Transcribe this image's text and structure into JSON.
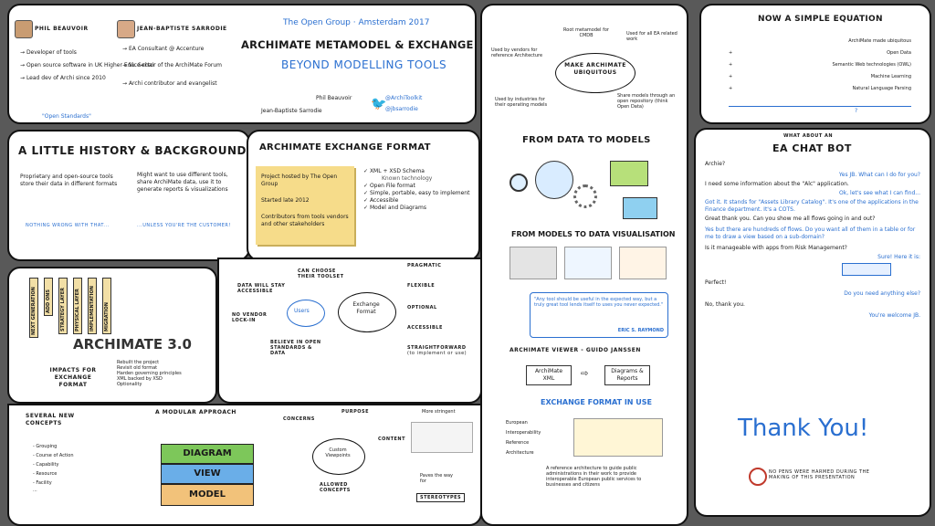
{
  "header": {
    "event": "The Open Group · Amsterdam 2017",
    "title_line1": "ARCHIMATE METAMODEL & EXCHANGE FORMAT",
    "title_line2": "BEYOND MODELLING TOOLS",
    "speaker1": "Phil Beauvoir",
    "speaker2": "Jean-Baptiste Sarrodie",
    "twitter1": "@ArchiToolkit",
    "twitter2": "@jbsarrodie"
  },
  "bios": {
    "phil_name": "PHIL BEAUVOIR",
    "phil_items": [
      "Developer of tools",
      "Open source software in UK Higher Edu. Sector",
      "Lead dev of Archi since 2010"
    ],
    "open_standards": "\"Open Standards\"",
    "jb_name": "JEAN-BAPTISTE SARRODIE",
    "jb_items": [
      "EA Consultant @ Accenture",
      "Vice-chair of the ArchiMate Forum",
      "Archi contributor and evangelist"
    ]
  },
  "history": {
    "title": "A LITTLE HISTORY & BACKGROUND...",
    "left_text": "Proprietary and open-source tools store their data in different formats",
    "right_text": "Might want to use different tools, share ArchiMate data, use it to generate reports & visualizations",
    "footer_left": "NOTHING WRONG WITH THAT...",
    "footer_right": "...UNLESS YOU'RE THE CUSTOMER!"
  },
  "exchange": {
    "title": "ARCHIMATE EXCHANGE FORMAT",
    "sticky": [
      "Project hosted by The Open Group",
      "Started late 2012",
      "Contributors from tools vendors and other stakeholders"
    ],
    "bullets": [
      "XML + XSD Schema",
      "Known technology",
      "Open File format",
      "Simple, portable, easy to implement",
      "Accessible",
      "Model and Diagrams"
    ]
  },
  "ubiquitous": {
    "center": "MAKE ARCHIMATE UBIQUITOUS",
    "items": [
      "Used by vendors for reference Architecture",
      "Root metamodel for CMDB",
      "Used for all EA related work",
      "Used by industries for their operating models",
      "Share models through an open repository (think Open Data)"
    ]
  },
  "models": {
    "title": "FROM DATA TO MODELS",
    "vis_title": "FROM MODELS TO DATA VISUALISATION",
    "quote": "\"Any tool should be useful in the expected way, but a truly great tool lends itself to uses you never expected.\"",
    "quote_author": "ERIC S. RAYMOND",
    "viewer": "ARCHIMATE VIEWER - GUIDO JANSSEN",
    "viewer_left": "ArchiMate XML",
    "viewer_right": "Diagrams & Reports"
  },
  "archimate30": {
    "logo": "ARCHIMATE 3.0",
    "tags": [
      "NEXT GENERATION",
      "ADD ONS",
      "STRATEGY LAYER",
      "PHYSICAL LAYER",
      "IMPLEMENTATION",
      "MIGRATION"
    ],
    "impacts_label": "IMPACTS FOR EXCHANGE FORMAT",
    "impacts": [
      "Rebuilt the project",
      "Revisit old format",
      "Harden governing principles",
      "XML backed by XSD",
      "Optionality"
    ]
  },
  "users_diagram": {
    "users": "Users",
    "format": "Exchange Format",
    "left": [
      "CAN CHOOSE THEIR TOOLSET",
      "DATA WILL STAY ACCESSIBLE",
      "NO VENDOR LOCK-IN",
      "BELIEVE IN OPEN STANDARDS & DATA"
    ],
    "right": [
      "PRAGMATIC",
      "FLEXIBLE",
      "OPTIONAL",
      "ACCESSIBLE",
      "STRAIGHTFORWARD",
      "(to implement or use)"
    ]
  },
  "concepts": {
    "title": "SEVERAL NEW CONCEPTS",
    "items": [
      "Grouping",
      "Course of Action",
      "Capability",
      "Resource",
      "Facility",
      "..."
    ]
  },
  "modular": {
    "title": "A MODULAR APPROACH",
    "layers": [
      "DIAGRAM",
      "VIEW",
      "MODEL"
    ]
  },
  "viewpoints": {
    "center": "Custom Viewpoints",
    "labels": [
      "CONCERNS",
      "PURPOSE",
      "CONTENT",
      "ALLOWED CONCEPTS"
    ],
    "stringent": "More stringent",
    "paves": "Paves the way for",
    "stereotypes": "STEREOTYPES"
  },
  "in_use": {
    "title": "EXCHANGE FORMAT IN USE",
    "eira": [
      "European",
      "Interoperability",
      "Reference",
      "Architecture"
    ],
    "text": "A reference architecture to guide public administrations in their work to provide interoperable European public services to businesses and citizens"
  },
  "equation": {
    "title": "NOW A SIMPLE EQUATION",
    "lines": [
      "ArchiMate made ubiquitous",
      "Open Data",
      "Semantic Web technologies (OWL)",
      "Machine Learning",
      "Natural Language Parsing"
    ],
    "ops": [
      "",
      "+",
      "+",
      "+",
      "+"
    ],
    "result": "?"
  },
  "chatbot": {
    "pre": "WHAT ABOUT AN",
    "title": "EA CHAT BOT",
    "lines": [
      {
        "who": "me",
        "text": "Archie?"
      },
      {
        "who": "bot",
        "text": "Yes JB. What can I do for you?"
      },
      {
        "who": "me",
        "text": "I need some information about the \"Alc\" application."
      },
      {
        "who": "bot",
        "text": "Ok, let's see what I can find..."
      },
      {
        "who": "bot",
        "text": "Got it. It stands for \"Assets Library Catalog\". It's one of the applications in the Finance department. It's a COTS."
      },
      {
        "who": "me",
        "text": "Great thank you. Can you show me all flows going in and out?"
      },
      {
        "who": "bot",
        "text": "Yes but there are hundreds of flows. Do you want all of them in a table or for me to draw a view based on a sub-domain?"
      },
      {
        "who": "me",
        "text": "Is it manageable with apps from Risk Management?"
      },
      {
        "who": "bot",
        "text": "Sure! Here it is:"
      },
      {
        "who": "me",
        "text": "Perfect!"
      },
      {
        "who": "bot",
        "text": "Do you need anything else?"
      },
      {
        "who": "me",
        "text": "No, thank you."
      },
      {
        "who": "bot",
        "text": "You're welcome JB."
      }
    ],
    "thanks": "Thank You!",
    "footer": "NO PENS WERE HARMED DURING THE MAKING OF THIS PRESENTATION"
  }
}
